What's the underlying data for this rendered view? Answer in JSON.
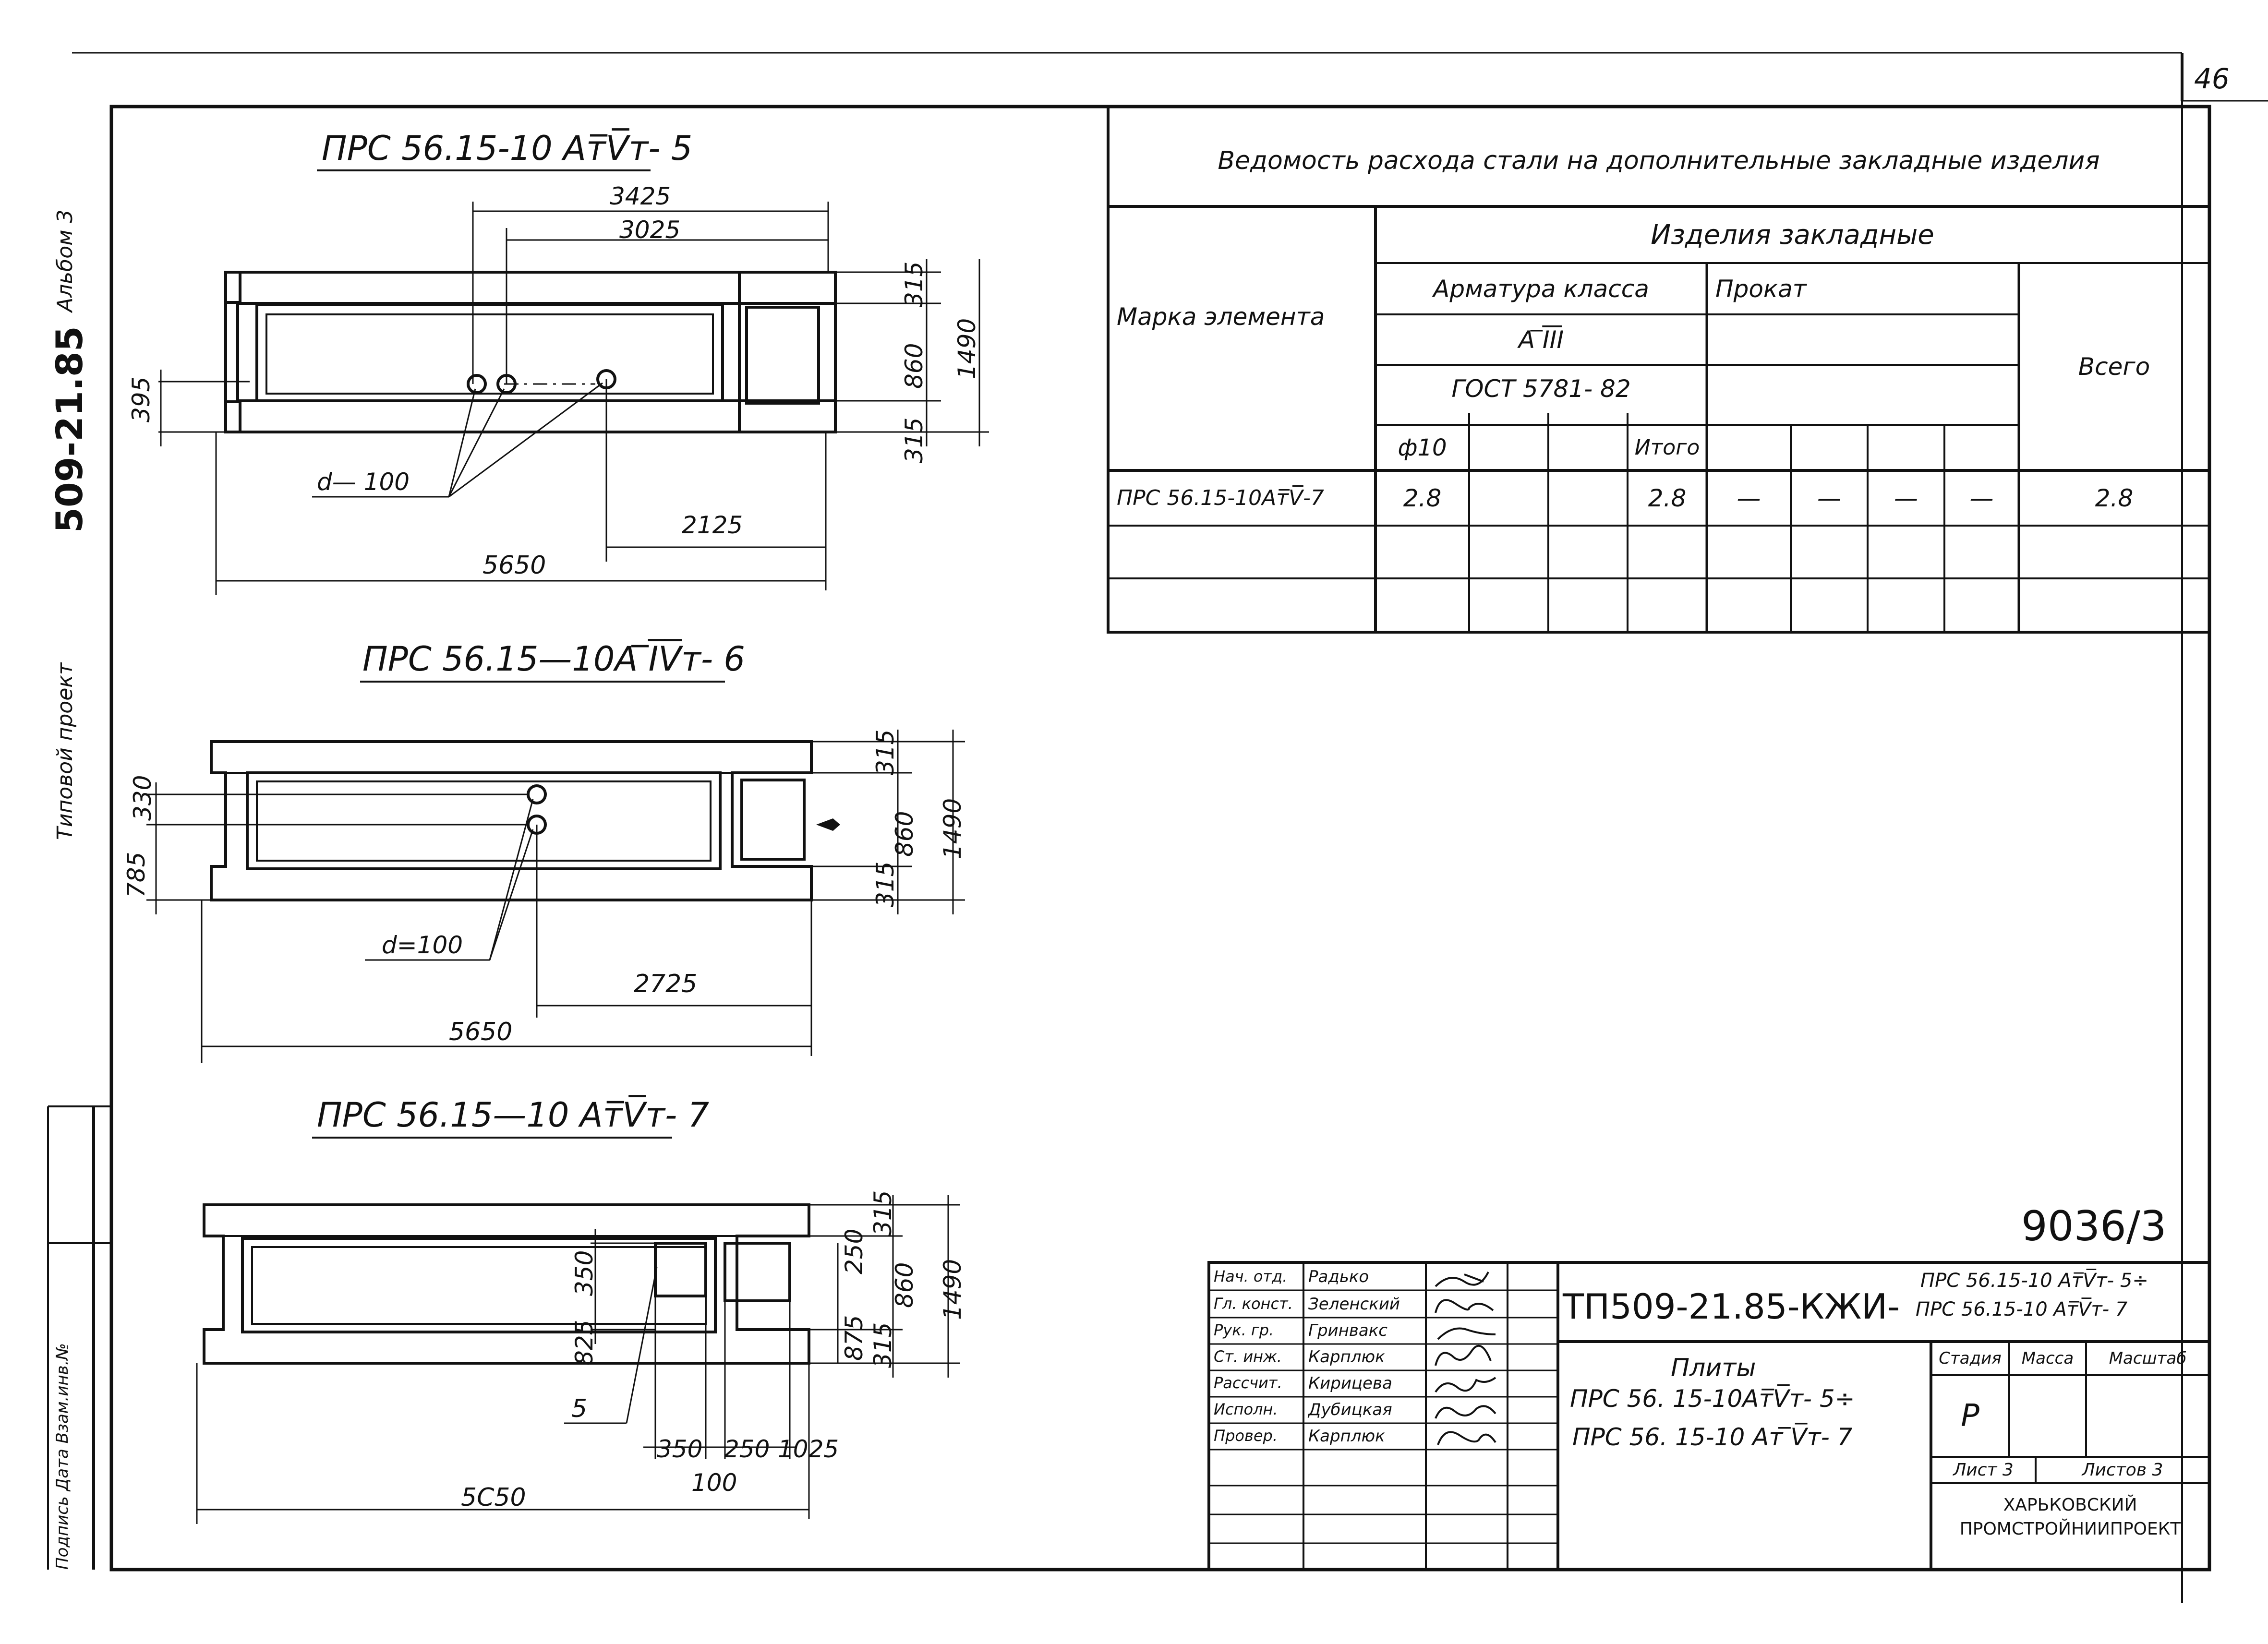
{
  "sheet_number": "46",
  "archive_number": "9036/3",
  "left_margin": {
    "project_type": "Типовой проект",
    "project_code": "509-21.85",
    "album": "Альбом 3",
    "stamp": "Подпись  Дата  Взам.инв.№"
  },
  "drawings": [
    {
      "title": "ПРС 56.15-10 Ат̅V̅т- 5",
      "dims": {
        "top1": "3425",
        "top2": "3025",
        "left": "395",
        "r1": "315",
        "r2": "860",
        "r3": "315",
        "total": "1490",
        "hole": "d— 100",
        "b1": "2125",
        "b2": "5650"
      }
    },
    {
      "title": "ПРС 56.15—10А ̅I̅V̅т- 6",
      "dims": {
        "l1": "330",
        "l2": "785",
        "r1": "315",
        "r2": "860",
        "r3": "315",
        "total": "1490",
        "hole": "d=100",
        "b1": "2725",
        "b2": "5650"
      }
    },
    {
      "title": "ПРС 56.15—10 Ат̅V̅т- 7",
      "dims": {
        "l1": "350",
        "l2": "825",
        "r1": "315",
        "r2": "250",
        "r3": "860",
        "r4": "875",
        "r5": "315",
        "total": "1490",
        "mark": "5",
        "b1": "350",
        "b2": "250",
        "b3": "1025",
        "b4": "100",
        "b5": "5С50"
      }
    }
  ],
  "steel_table": {
    "title": "Ведомость расхода стали на дополнительные закладные изделия",
    "header_products": "Изделия закладные",
    "col_mark": "Марка элемента",
    "col_rebar": "Арматура класса",
    "rebar_class": "А ̅I̅I̅I",
    "gost": "ГОСТ 5781- 82",
    "col_rolled": "Прокат",
    "col_total": "Всего",
    "d10": "ф10",
    "itogo": "Итого",
    "rows": [
      {
        "mark": "ПРС 56.15-10Ат̅V̅-7",
        "d10": "2.8",
        "c2": "",
        "c3": "",
        "itogo": "2.8",
        "p1": "—",
        "p2": "—",
        "p3": "—",
        "p4": "—",
        "total": "2.8"
      }
    ]
  },
  "title_block": {
    "roles": [
      "Нач. отд.",
      "Гл. конст.",
      "Рук. гр.",
      "Ст. инж.",
      "Рассчит.",
      "Исполн.",
      "Провер."
    ],
    "names": [
      "Радько",
      "Зеленский",
      "Гринвакс",
      "Карплюк",
      "Кирицева",
      "Дубицкая",
      "Карплюк"
    ],
    "doc_code": "ТП509-21.85-КЖИ-",
    "doc_marks_1": "ПРС 56.15-10 Ат̅V̅т- 5÷",
    "doc_marks_2": "ПРС 56.15-10 Ат̅V̅т- 7",
    "name_1": "Плиты",
    "name_2": "ПРС 56. 15-10Ат̅V̅т- 5÷",
    "name_3": "ПРС 56. 15-10 Ат ̅V̅т- 7",
    "stage_label": "Стадия",
    "mass_label": "Масса",
    "scale_label": "Масштаб",
    "stage_value": "Р",
    "sheet_label": "Лист 3",
    "sheets_label": "Листов 3",
    "org_1": "ХАРЬКОВСКИЙ",
    "org_2": "ПРОМСТРОЙНИИПРОЕКТ"
  }
}
